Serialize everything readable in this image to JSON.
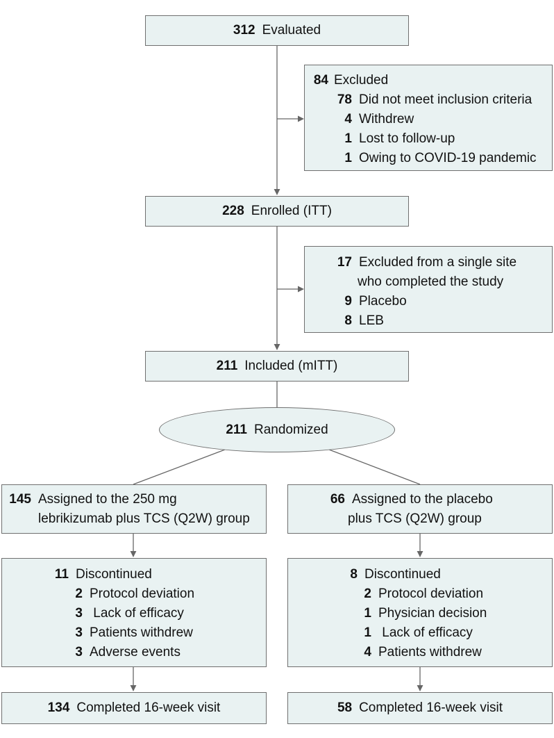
{
  "colors": {
    "box_fill": "#e9f2f2",
    "box_border": "#6f6f6f",
    "connector": "#666666",
    "text": "#111111"
  },
  "evaluated": {
    "count": "312",
    "label": "Evaluated"
  },
  "excluded_1": {
    "count": "84",
    "label": "Excluded",
    "items": [
      {
        "count": "78",
        "label": "Did not meet inclusion criteria"
      },
      {
        "count": "4",
        "label": "Withdrew"
      },
      {
        "count": "1",
        "label": "Lost to follow-up"
      },
      {
        "count": "1",
        "label": "Owing to COVID-19 pandemic"
      }
    ]
  },
  "enrolled": {
    "count": "228",
    "label": "Enrolled (ITT)"
  },
  "excluded_2": {
    "count": "17",
    "label_line1": "Excluded from a single site",
    "label_line2": "who completed the study",
    "items": [
      {
        "count": "9",
        "label": "Placebo"
      },
      {
        "count": "8",
        "label": "LEB"
      }
    ]
  },
  "included": {
    "count": "211",
    "label": "Included (mITT)"
  },
  "randomized": {
    "count": "211",
    "label": "Randomized"
  },
  "arm_left": {
    "count": "145",
    "label_line1": "Assigned to the 250 mg",
    "label_line2": "lebrikizumab plus TCS (Q2W) group",
    "discontinued": {
      "count": "11",
      "label": "Discontinued",
      "items": [
        {
          "count": "2",
          "label": "Protocol deviation"
        },
        {
          "count": "3",
          "label": " Lack of efficacy"
        },
        {
          "count": "3",
          "label": "Patients withdrew"
        },
        {
          "count": "3",
          "label": "Adverse events"
        }
      ]
    },
    "completed": {
      "count": "134",
      "label": "Completed 16-week visit"
    }
  },
  "arm_right": {
    "count": "66",
    "label_line1": "Assigned to the placebo",
    "label_line2": "plus TCS (Q2W) group",
    "discontinued": {
      "count": "8",
      "label": "Discontinued",
      "items": [
        {
          "count": "2",
          "label": "Protocol deviation"
        },
        {
          "count": "1",
          "label": "Physician decision"
        },
        {
          "count": "1",
          "label": " Lack of efficacy"
        },
        {
          "count": "4",
          "label": "Patients withdrew"
        }
      ]
    },
    "completed": {
      "count": "58",
      "label": "Completed 16-week visit"
    }
  }
}
